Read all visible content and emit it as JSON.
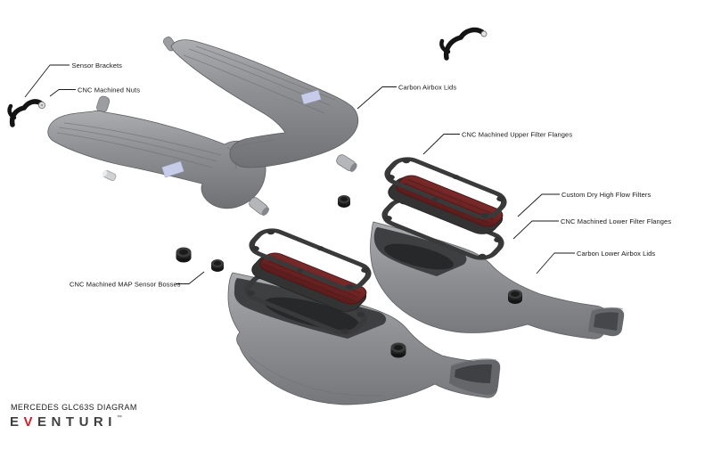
{
  "title": "MERCEDES GLC63S DIAGRAM",
  "brand": {
    "name": "EVENTURI",
    "letters": [
      "E",
      "V",
      "E",
      "N",
      "T",
      "U",
      "R",
      "I"
    ],
    "trademark": "™",
    "accent_letter_index": 1,
    "accent_color": "#cc2127",
    "text_color": "#3f3f3f"
  },
  "labels": [
    {
      "id": "sensor-brackets",
      "text": "Sensor Brackets"
    },
    {
      "id": "cnc-machined-nuts",
      "text": "CNC Machined Nuts"
    },
    {
      "id": "carbon-airbox-lids",
      "text": "Carbon Airbox Lids"
    },
    {
      "id": "cnc-machined-upper-filter-flanges",
      "text": "CNC Machined Upper Filter Flanges"
    },
    {
      "id": "custom-dry-high-flow-filters",
      "text": "Custom Dry High Flow Filters"
    },
    {
      "id": "cnc-machined-lower-filter-flanges",
      "text": "CNC Machined Lower Filter Flanges"
    },
    {
      "id": "carbon-lower-airbox-lids",
      "text": "Carbon Lower Airbox Lids"
    },
    {
      "id": "cnc-machined-map-sensor-bosses",
      "text": "CNC Machined MAP Sensor Bosses"
    }
  ],
  "colors": {
    "background": "#ffffff",
    "lid_gray": "#8f9194",
    "lid_gray_dark": "#6f7174",
    "airbox_gray": "#97999c",
    "airbox_dark_top": "#3d3f41",
    "flange_charcoal": "#3a3a3b",
    "filter_red": "#6e2323",
    "filter_red_dark": "#4e1818",
    "boss_black": "#1f1f20",
    "bracket_black": "#141414",
    "sticker_lavender": "#c7cde8",
    "label_text": "#161616",
    "leader_line": "#1a1a1a"
  }
}
